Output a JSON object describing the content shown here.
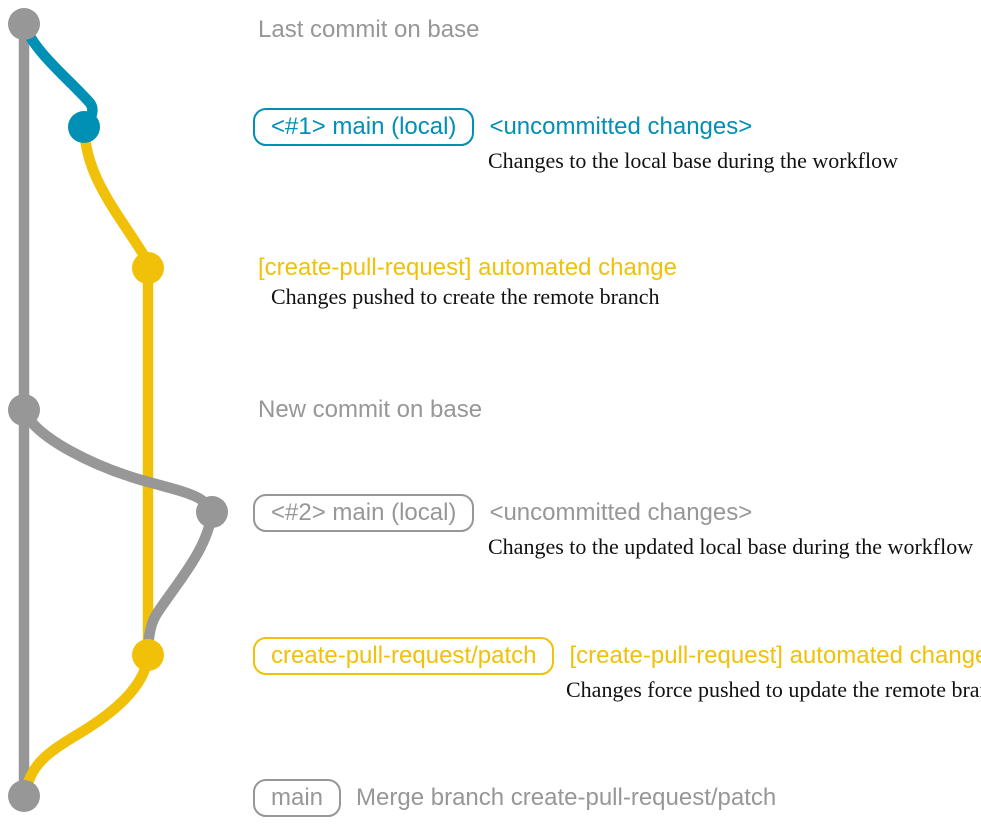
{
  "colors": {
    "base_gray": "#979797",
    "local_blue": "#008fb5",
    "remote_yellow": "#f1c109",
    "caption_black": "#111111",
    "background": "#ffffff"
  },
  "rows": [
    {
      "id": "last-commit-on-base",
      "message": "Last commit on base",
      "color": "gray"
    },
    {
      "id": "local-main-1",
      "badge": "<#1> main (local)",
      "message": "<uncommitted changes>",
      "caption": "Changes to the local base during the workflow",
      "color": "blue"
    },
    {
      "id": "automated-change-1",
      "message": "[create-pull-request] automated change",
      "caption": "Changes pushed to create the remote branch",
      "color": "yellow"
    },
    {
      "id": "new-commit-on-base",
      "message": "New commit on base",
      "color": "gray"
    },
    {
      "id": "local-main-2",
      "badge": "<#2> main (local)",
      "message": "<uncommitted changes>",
      "caption": "Changes to the updated local base during the workflow",
      "color": "gray"
    },
    {
      "id": "automated-change-2",
      "badge": "create-pull-request/patch",
      "message": "[create-pull-request] automated change",
      "caption": "Changes force pushed to update the remote branch",
      "color": "yellow"
    },
    {
      "id": "merge-commit",
      "badge": "main",
      "message": "Merge branch create-pull-request/patch",
      "color": "gray"
    }
  ],
  "graph": {
    "type": "git-graph",
    "branch_colors": {
      "base": "#979797",
      "local_main": "#008fb5",
      "create_pull_request_patch": "#f1c109"
    },
    "commit_dots": [
      {
        "color": "#979797",
        "label": "Last commit on base"
      },
      {
        "color": "#008fb5",
        "label": "<#1> main (local) <uncommitted changes>"
      },
      {
        "color": "#f1c109",
        "label": "[create-pull-request] automated change"
      },
      {
        "color": "#979797",
        "label": "New commit on base"
      },
      {
        "color": "#979797",
        "label": "<#2> main (local) <uncommitted changes>"
      },
      {
        "color": "#f1c109",
        "label": "create-pull-request/patch [create-pull-request] automated change"
      },
      {
        "color": "#979797",
        "label": "main Merge branch create-pull-request/patch"
      }
    ]
  }
}
